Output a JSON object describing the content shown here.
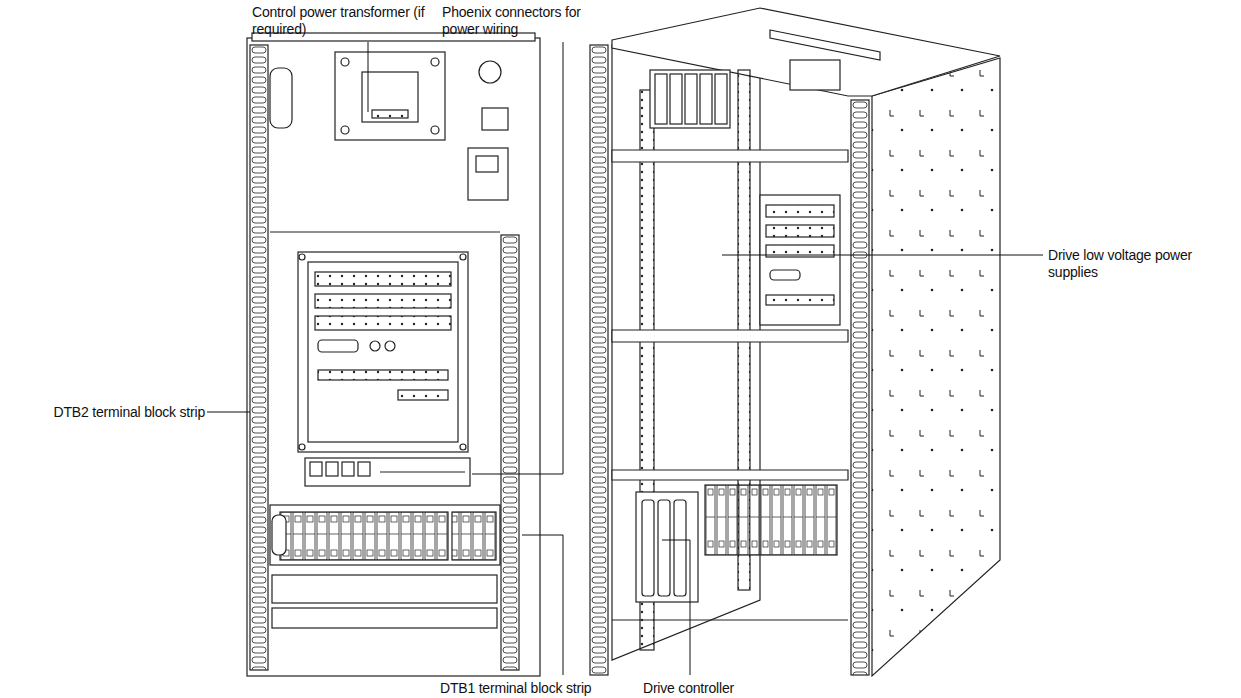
{
  "diagram": {
    "labels": [
      "Control power transformer (if required)",
      "Phoenix connectors for power wiring",
      "Drive low voltage power supplies",
      "DTB2 terminal block strip",
      "DTB1 terminal block strip",
      "Drive controller"
    ]
  }
}
